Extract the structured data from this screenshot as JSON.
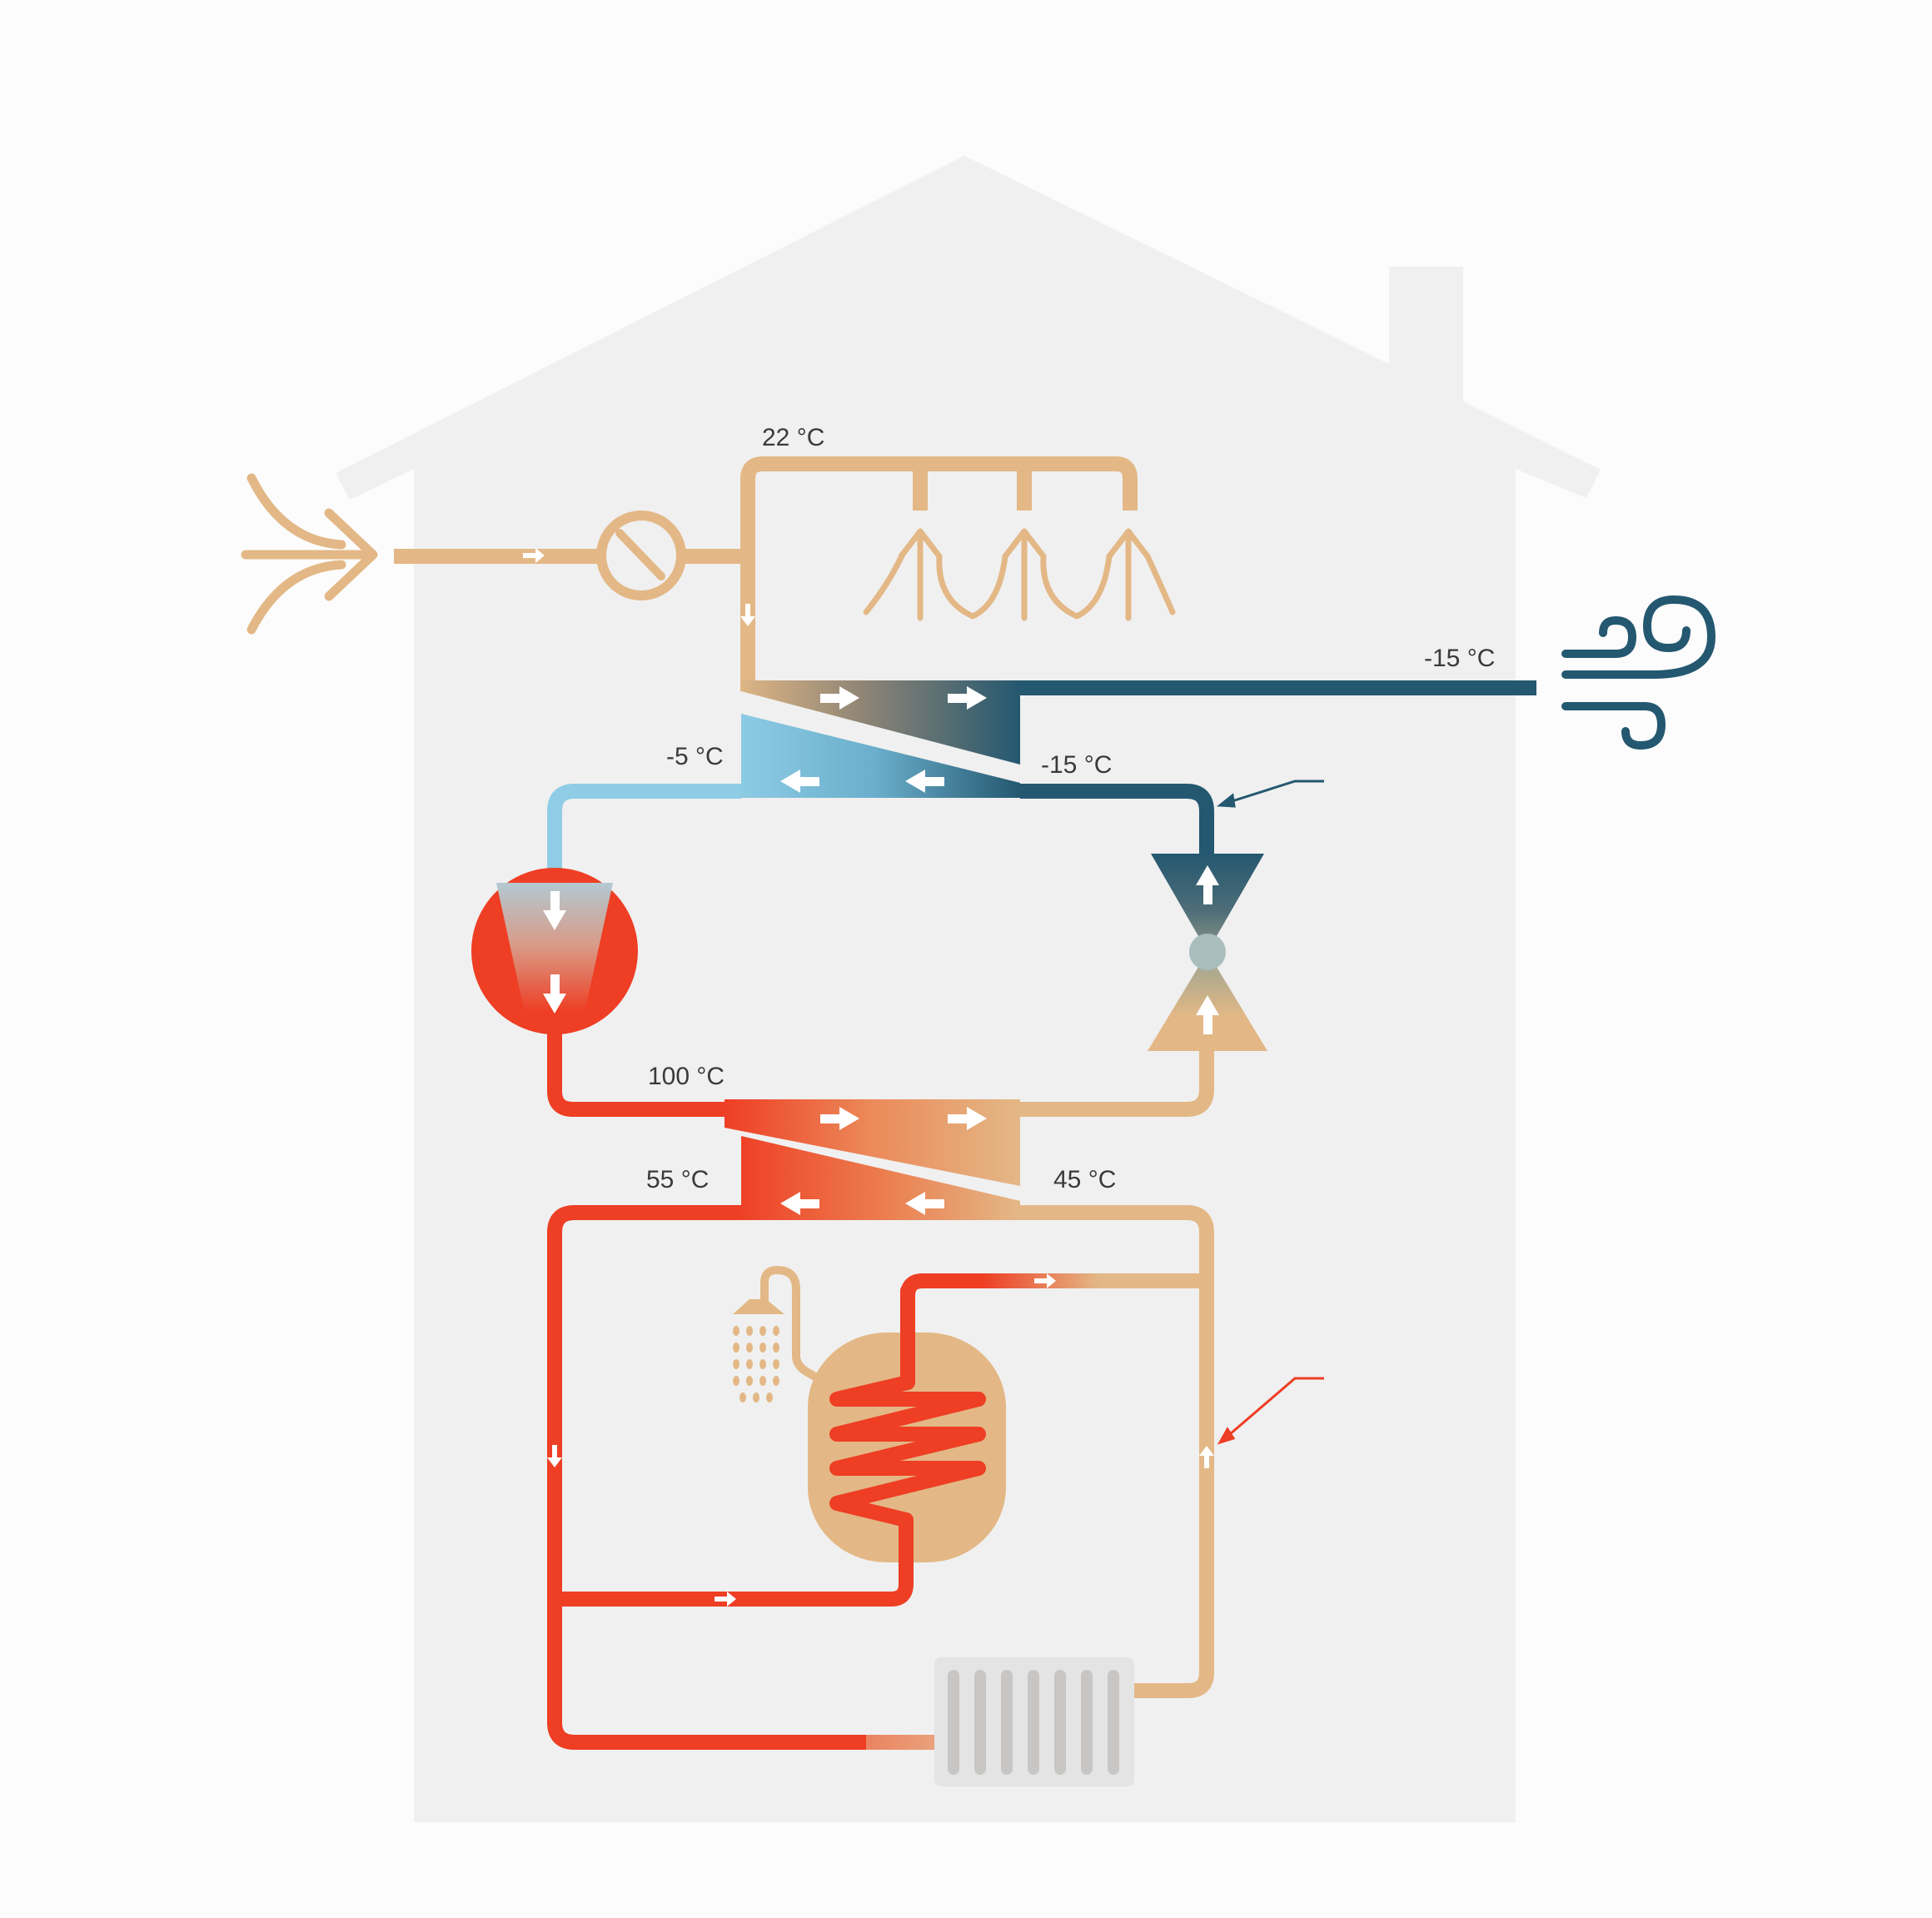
{
  "labels": {
    "indoor_air_temp": "22 °C",
    "exhaust_air_temp": "-15 °C",
    "evaporator_out_temp": "-5 °C",
    "evaporator_in_temp": "-15 °C",
    "compressor_out_temp": "100 °C",
    "flow_temp": "55 °C",
    "return_temp": "45 °C"
  },
  "colors": {
    "house": "#f0f0f0",
    "warm_beige": "#e3b886",
    "hot_red": "#ee3e24",
    "cold_navy": "#245870",
    "light_blue": "#8fcde6",
    "radiator_grey": "#c8c6c4",
    "valve_grey": "#a9bdbd"
  },
  "icons": {
    "outdoor_air_inlet": "air-inlet-arrow-icon",
    "ventilation_fan": "fan-gauge-icon",
    "warm_air_outlets": "rising-warm-air-icon",
    "exhaust_wind": "wind-icon",
    "compressor": "compressor-icon",
    "expansion_valve": "expansion-valve-icon",
    "shower": "shower-icon",
    "hot_water_tank": "water-tank-icon",
    "radiator": "radiator-icon"
  }
}
